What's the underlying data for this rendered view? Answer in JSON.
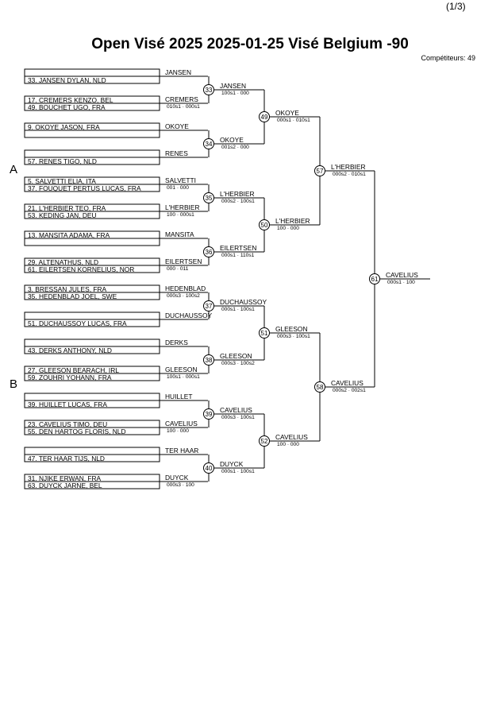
{
  "page": {
    "page_num": "(1/3)"
  },
  "header": {
    "title": "Open Visé 2025  2025-01-25  Visé Belgium   -90",
    "competitors": "Compétiteurs: 49"
  },
  "sections": [
    "A",
    "B"
  ],
  "seeds": [
    {
      "top": "",
      "bot": "33. JANSEN DYLAN, NLD"
    },
    {
      "top": "17. CREMERS  KENZO, BEL",
      "bot": "49. BOUCHET UGO, FRA"
    },
    {
      "top": "9. OKOYE JASON, FRA",
      "bot": ""
    },
    {
      "top": "",
      "bot": "57. RENES TIGO, NLD"
    },
    {
      "top": "5. SALVETTI ELIA, ITA",
      "bot": "37. FOUQUET PERTUS LUCAS, FRA"
    },
    {
      "top": "21. L'HERBIER TEO, FRA",
      "bot": "53. KEDING JAN, DEU"
    },
    {
      "top": "13. MANSITA ADAMA, FRA",
      "bot": ""
    },
    {
      "top": "29. ALTENATHUS, NLD",
      "bot": "61. EILERTSEN KORNELIUS, NOR"
    },
    {
      "top": "3. BRESSAN JULES, FRA",
      "bot": "35. HEDENBLAD JOEL, SWE"
    },
    {
      "top": "",
      "bot": "51. DUCHAUSSOY LUCAS, FRA"
    },
    {
      "top": "",
      "bot": "43. DERKS ANTHONY, NLD"
    },
    {
      "top": "27. GLEESON BEARACH, IRL",
      "bot": "59. ZOUHRI YOHANN, FRA"
    },
    {
      "top": "",
      "bot": "39. HUILLET LUCAS, FRA"
    },
    {
      "top": "23. CAVELIUS TIMO, DEU",
      "bot": "55. DEN HARTOG FLORIS, NLD"
    },
    {
      "top": "",
      "bot": "47. TER HAAR TIJS, NLD"
    },
    {
      "top": "31. NJIKE ERWAN, FRA",
      "bot": "63. DUYCK JARNE, BEL"
    }
  ],
  "r1": [
    {
      "name": "JANSEN",
      "score": ""
    },
    {
      "name": "CREMERS",
      "score": "010s1 · 000s1"
    },
    {
      "name": "OKOYE",
      "score": ""
    },
    {
      "name": "RENES",
      "score": ""
    },
    {
      "name": "SALVETTI",
      "score": "001 · 000"
    },
    {
      "name": "L'HERBIER",
      "score": "100 · 000s1"
    },
    {
      "name": "MANSITA",
      "score": ""
    },
    {
      "name": "EILERTSEN",
      "score": "000 · 011"
    },
    {
      "name": "HEDENBLAD",
      "score": "000s3 · 100s2"
    },
    {
      "name": "DUCHAUSSOY",
      "score": ""
    },
    {
      "name": "DERKS",
      "score": ""
    },
    {
      "name": "GLEESON",
      "score": "100s1 · 000s1"
    },
    {
      "name": "HUILLET",
      "score": ""
    },
    {
      "name": "CAVELIUS",
      "score": "100 · 000"
    },
    {
      "name": "TER HAAR",
      "score": ""
    },
    {
      "name": "DUYCK",
      "score": "000s3 · 100"
    }
  ],
  "r2": [
    {
      "num": "33",
      "name": "JANSEN",
      "score": "100s1 · 000"
    },
    {
      "num": "34",
      "name": "OKOYE",
      "score": "001s2 · 000"
    },
    {
      "num": "35",
      "name": "L'HERBIER",
      "score": "000s2 · 100s1"
    },
    {
      "num": "36",
      "name": "EILERTSEN",
      "score": "000s1 · 110s1"
    },
    {
      "num": "37",
      "name": "DUCHAUSSOY",
      "score": "000s1 · 100s1"
    },
    {
      "num": "38",
      "name": "GLEESON",
      "score": "000s3 · 100s2"
    },
    {
      "num": "39",
      "name": "CAVELIUS",
      "score": "000s3 · 100s1"
    },
    {
      "num": "40",
      "name": "DUYCK",
      "score": "000s1 · 100s1"
    }
  ],
  "r3": [
    {
      "num": "49",
      "name": "OKOYE",
      "score": "000s1 · 010s1"
    },
    {
      "num": "50",
      "name": "L'HERBIER",
      "score": "100 · 000"
    },
    {
      "num": "51",
      "name": "GLEESON",
      "score": "000s3 · 100s1"
    },
    {
      "num": "52",
      "name": "CAVELIUS",
      "score": "100 · 000"
    }
  ],
  "r4": [
    {
      "num": "57",
      "name": "L'HERBIER",
      "score": "000s2 · 010s1"
    },
    {
      "num": "58",
      "name": "CAVELIUS",
      "score": "000s2 · 002s1"
    }
  ],
  "r5": [
    {
      "num": "61",
      "name": "CAVELIUS",
      "score": "000s1 · 100"
    }
  ]
}
